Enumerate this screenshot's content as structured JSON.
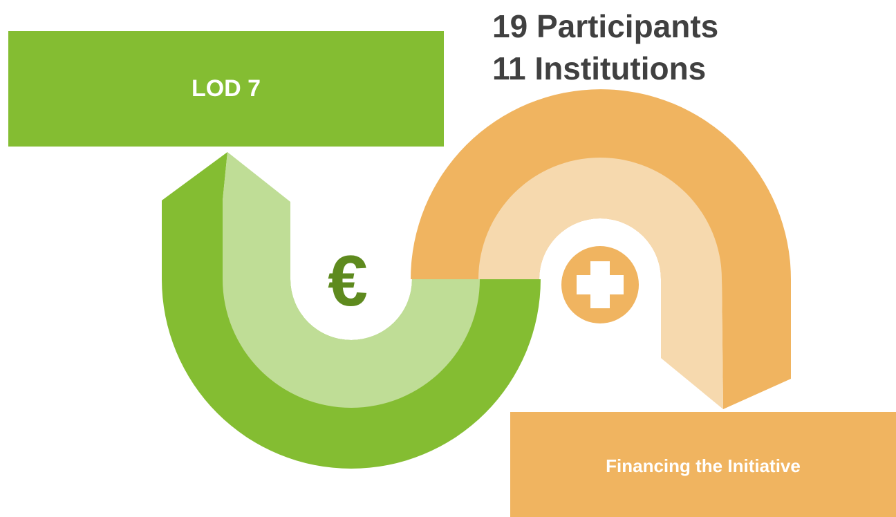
{
  "stats": {
    "participants": "19 Participants",
    "institutions": "11 Institutions"
  },
  "boxes": {
    "lod_label": "LOD 7",
    "financing_label": "Financing the Initiative"
  },
  "symbols": {
    "currency": "€",
    "plus_icon": "plus-icon"
  },
  "colors": {
    "green_dark": "#84bd32",
    "green_light": "#bfdd96",
    "orange_dark": "#f0b460",
    "orange_light": "#f6d9ae",
    "euro": "#5e8a1e",
    "stats_text": "#404040",
    "box_text": "#ffffff"
  }
}
